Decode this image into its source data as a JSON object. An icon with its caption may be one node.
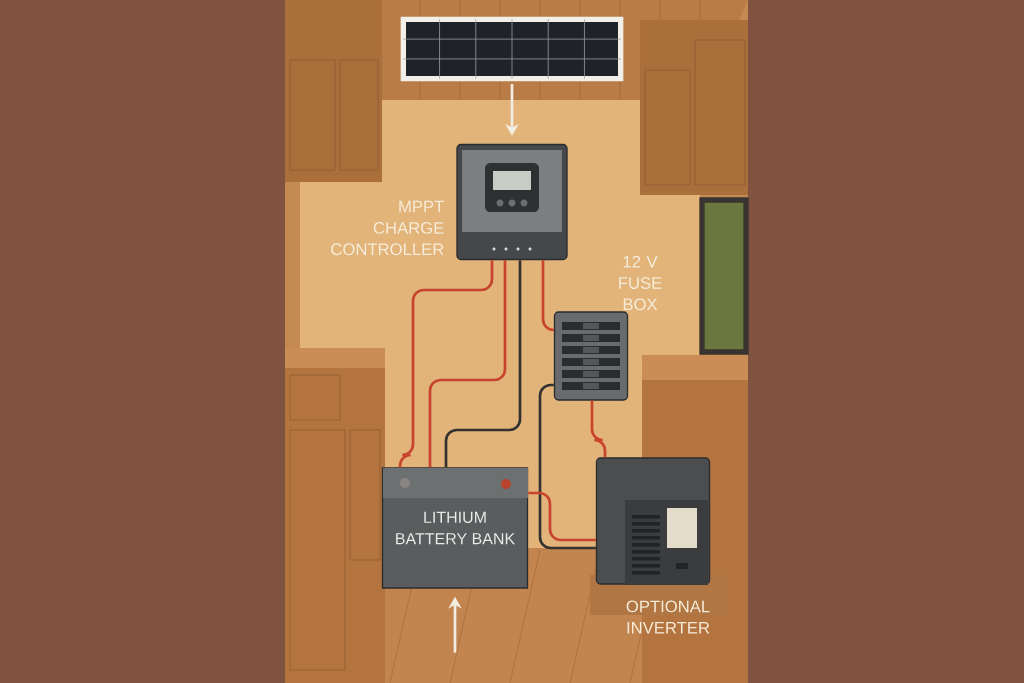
{
  "diagram": {
    "nodes": [
      {
        "text": [],
        "shape": "picture"
      },
      {
        "text": [],
        "shape": "picture",
        "beside": [
          "MPPT CHARGE CONTROLLER"
        ]
      },
      {
        "text": [],
        "shape": "picture",
        "beside": [
          "12 V FUSE BOX"
        ]
      },
      {
        "text": [
          "LITHIUM BATTERY BANK"
        ]
      },
      {
        "text": [],
        "shape": "picture",
        "beside": [
          "OPTIONAL INVERTER"
        ]
      }
    ],
    "edges": [
      {
        "from": 0,
        "to": 1,
        "arrow": "to",
        "color": "#f4ede2"
      },
      {
        "from": 1,
        "to": 3,
        "arrow": "none",
        "color": "#c8442e"
      },
      {
        "from": 1,
        "to": 3,
        "arrow": "none",
        "color": "#c8442e"
      },
      {
        "from": 1,
        "to": 3,
        "arrow": "none",
        "color": "#333231"
      },
      {
        "from": 1,
        "to": 2,
        "arrow": "none",
        "color": "#c8442e"
      },
      {
        "from": 2,
        "to": 4,
        "arrow": "none",
        "color": "#c8442e"
      },
      {
        "from": 2,
        "to": 4,
        "arrow": "none",
        "color": "#333231"
      },
      {
        "from": 3,
        "to": 4,
        "arrow": "none",
        "color": "#c8442e"
      },
      {
        "from": null,
        "to": 3,
        "arrow": "to",
        "color": "#f4ede2"
      }
    ]
  }
}
